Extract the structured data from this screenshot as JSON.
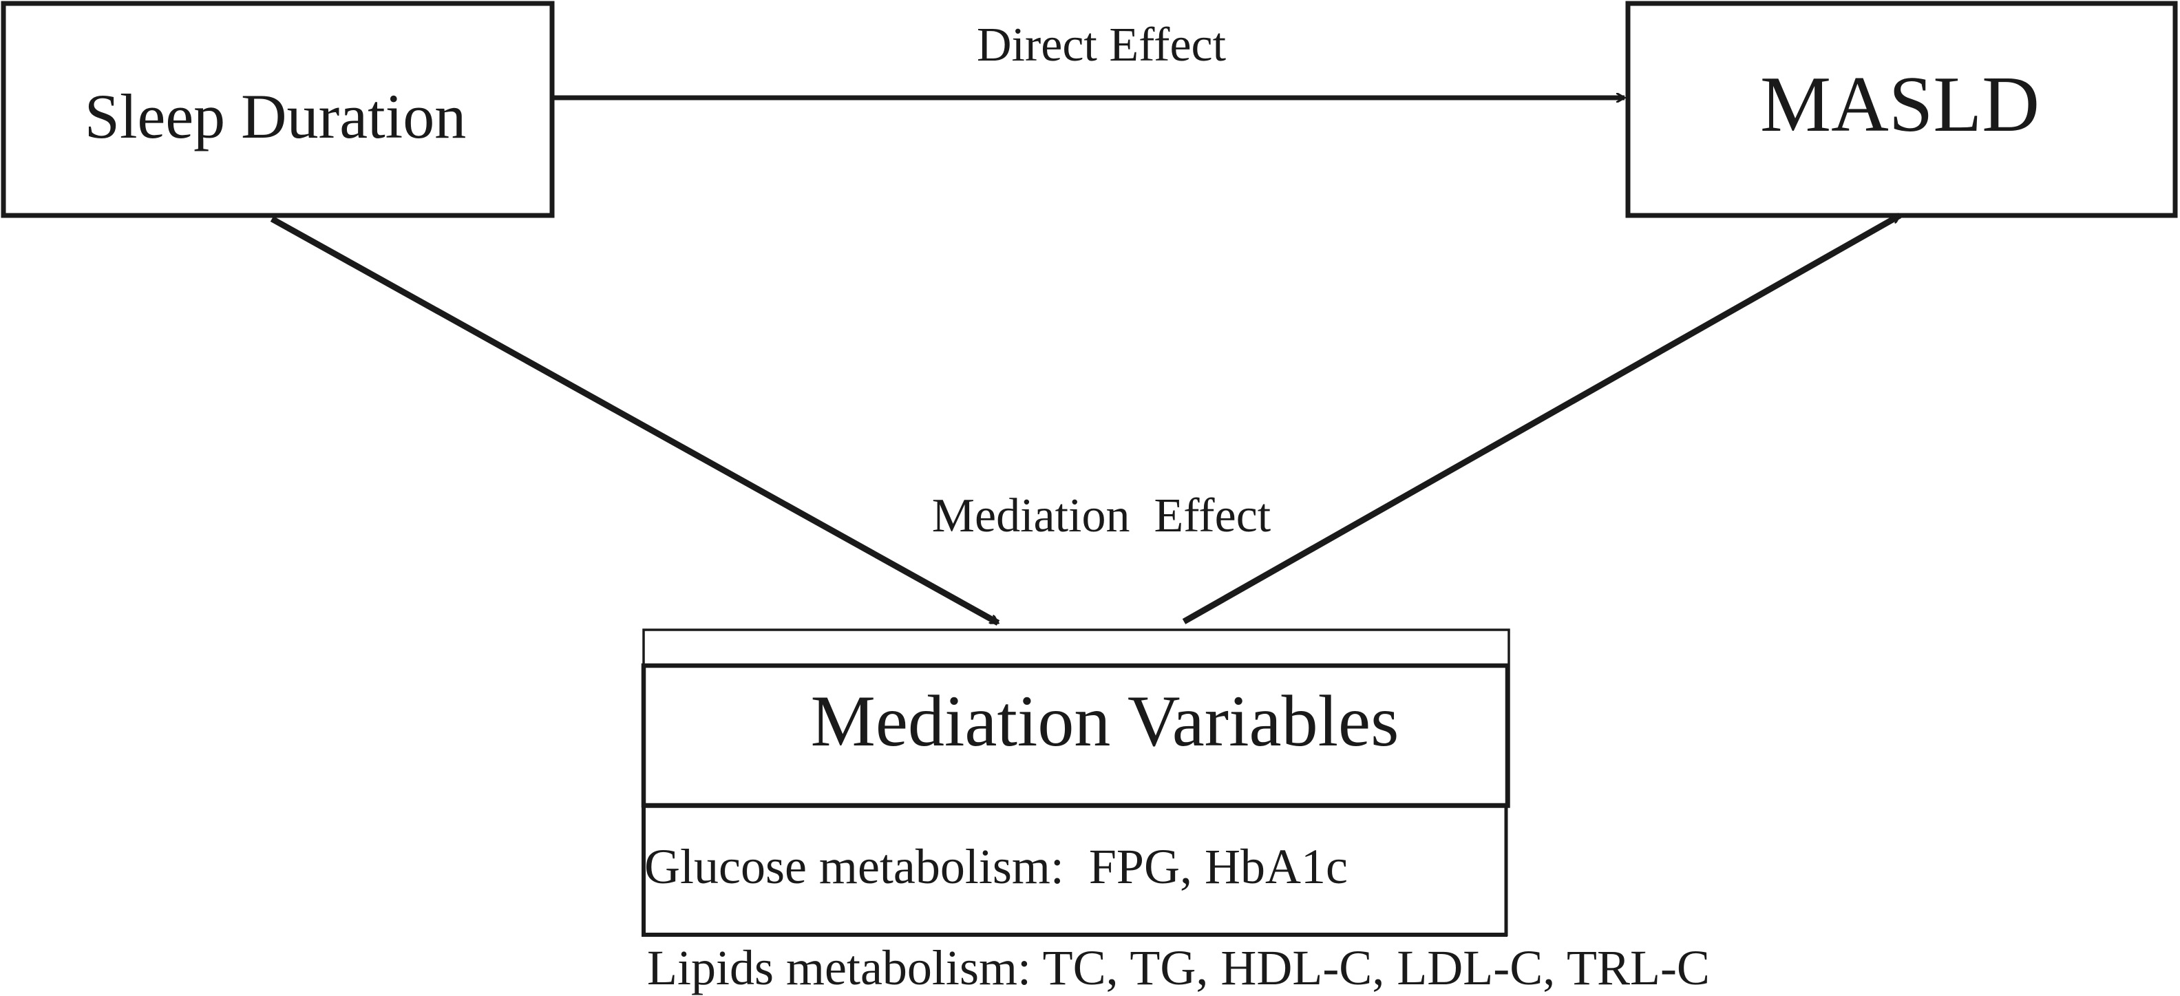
{
  "nodes": {
    "exposure": {
      "label": "Sleep Duration"
    },
    "outcome": {
      "label": "MASLD"
    },
    "mediator": {
      "title": "Mediation Variables",
      "items": [
        "Glucose metabolism:  FPG, HbA1c",
        "Lipids metabolism: TC, TG, HDL-C, LDL-C, TRL-C"
      ]
    }
  },
  "edges": {
    "direct": {
      "label": "Direct Effect"
    },
    "mediation": {
      "label": "Mediation  Effect"
    }
  },
  "colors": {
    "stroke": "#1a1a1a",
    "background": "#ffffff"
  }
}
